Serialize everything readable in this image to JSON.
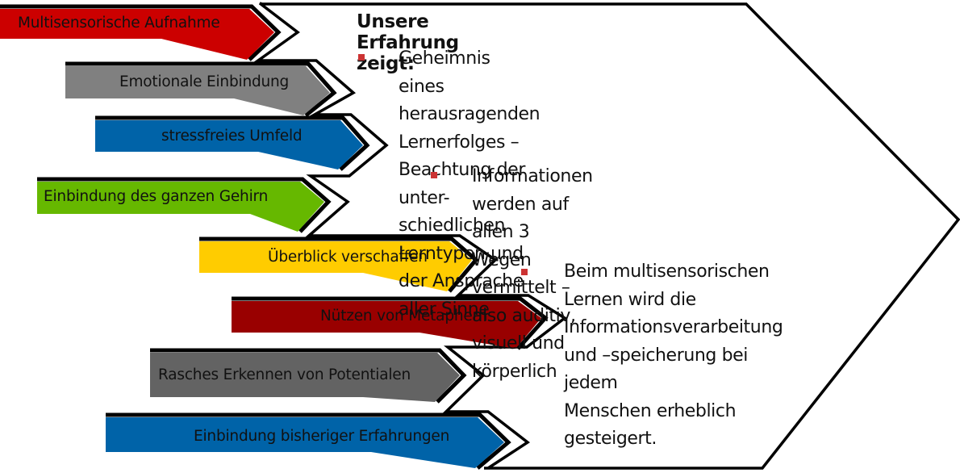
{
  "colors": {
    "red": "#cc0000",
    "gray": "#808080",
    "blue": "#0063a8",
    "green": "#66b800",
    "yellow": "#ffcc00",
    "dark_red": "#990000",
    "dark_gray": "#636363",
    "outline": "#000000",
    "bullet": "#cc3333"
  },
  "arrows": [
    {
      "label": "Multisensorische  Aufnahme",
      "color": "#cc0000"
    },
    {
      "label": "Emotionale Einbindung",
      "color": "#808080"
    },
    {
      "label": "stressfreies  Umfeld",
      "color": "#0063a8"
    },
    {
      "label": "Einbindung des ganzen Gehirn",
      "color": "#66b800"
    },
    {
      "label": "Überblick verschaffen",
      "color": "#ffcc00"
    },
    {
      "label": "Nützen von Metaphern",
      "color": "#990000"
    },
    {
      "label": "Rasches Erkennen von Potentialen",
      "color": "#636363"
    },
    {
      "label": "Einbindung bisheriger Erfahrungen",
      "color": "#0063a8"
    }
  ],
  "content": {
    "heading": "Unsere Erfahrung zeigt:",
    "bullets": [
      {
        "lines": [
          "Geheimnis eines herausragenden",
          "Lernerfolges – Beachtung der unter-",
          "schiedlichen Lerntypen und der Ansprache",
          "aller Sinne"
        ]
      },
      {
        "lines": [
          "Informationen werden auf allen 3 Wegen",
          "vermittelt – also auditiv, visuell und",
          "körperlich"
        ]
      },
      {
        "lines": [
          "Beim multisensorischen",
          "Lernen wird die",
          "Informationsverarbeitung",
          "und –speicherung bei jedem",
          "Menschen erheblich",
          "gesteigert."
        ]
      }
    ]
  }
}
